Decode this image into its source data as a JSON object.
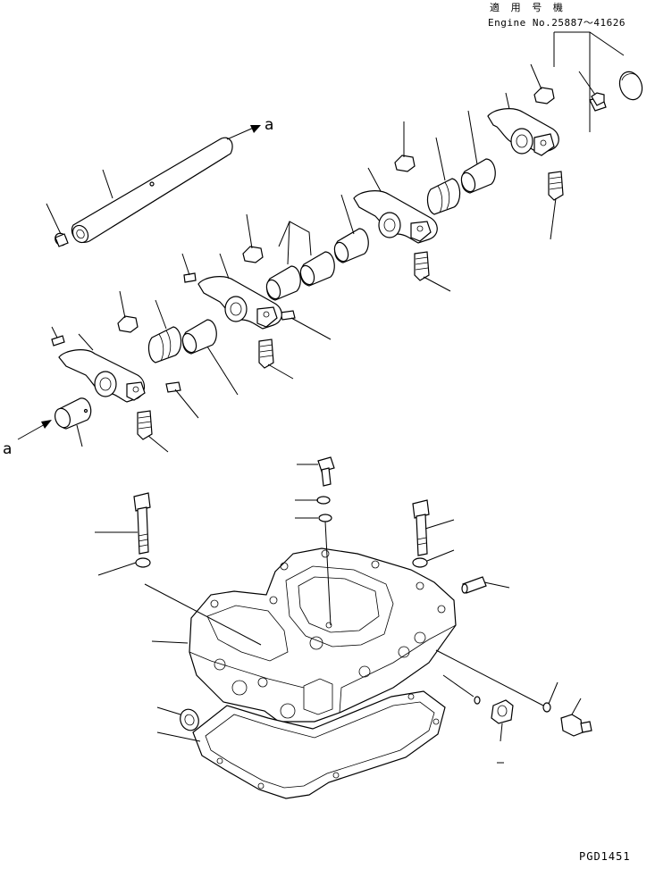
{
  "header": {
    "applicable_label": "適 用 号 機",
    "engine_range": "Engine No.25887～41626"
  },
  "arrows": {
    "label_top": "a",
    "label_bottom": "a"
  },
  "footer": {
    "page_code": "PGD1451"
  },
  "colors": {
    "ink": "#000000",
    "paper": "#ffffff"
  }
}
